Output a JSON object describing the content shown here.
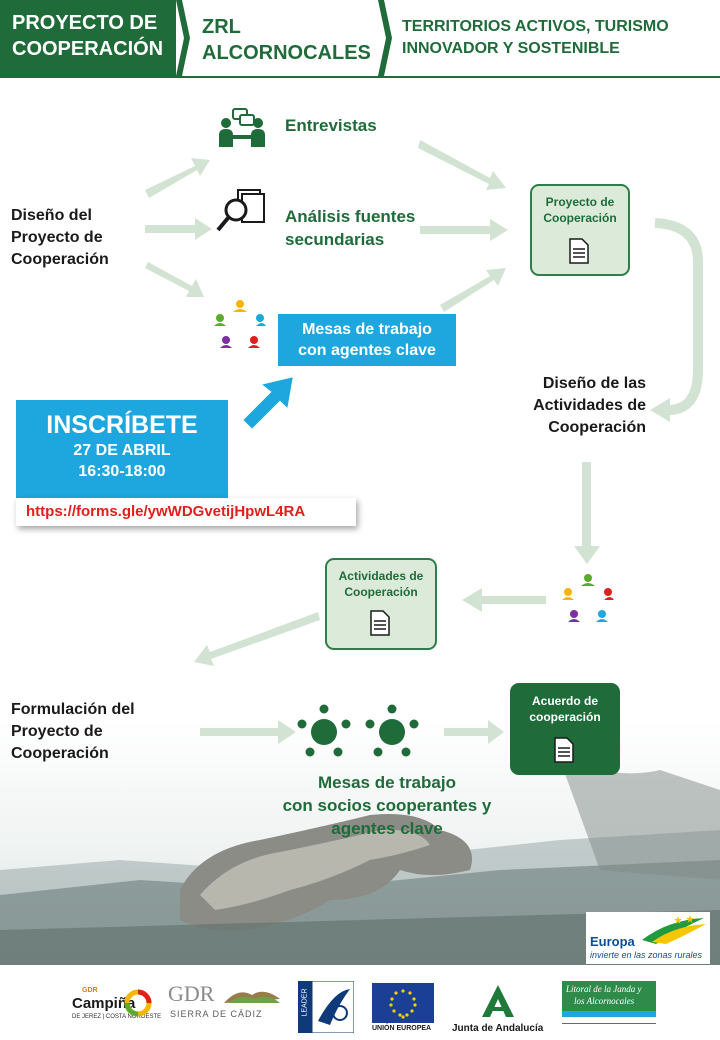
{
  "header": {
    "block1_line1": "PROYECTO DE",
    "block1_line2": "COOPERACIÓN",
    "block2_line1": "ZRL",
    "block2_line2": "ALCORNOCALES",
    "block3_line1": "TERRITORIOS ACTIVOS, TURISMO",
    "block3_line2": "INNOVADOR Y SOSTENIBLE"
  },
  "stage1": {
    "label_l1": "Diseño del",
    "label_l2": "Proyecto de",
    "label_l3": "Cooperación",
    "entrevistas": "Entrevistas",
    "analisis_l1": "Análisis fuentes",
    "analisis_l2": "secundarias",
    "mesas_l1": "Mesas de trabajo",
    "mesas_l2": "con agentes clave",
    "box_l1": "Proyecto de",
    "box_l2": "Cooperación"
  },
  "stage2": {
    "label_l1": "Diseño de las",
    "label_l2": "Actividades de",
    "label_l3": "Cooperación",
    "box_l1": "Actividades de",
    "box_l2": "Cooperación"
  },
  "inscribete": {
    "title": "INSCRÍBETE",
    "date": "27 DE ABRIL",
    "time": "16:30-18:00",
    "url": "https://forms.gle/ywWDGvetijHpwL4RA"
  },
  "stage3": {
    "label_l1": "Formulación del",
    "label_l2": "Proyecto de",
    "label_l3": "Cooperación",
    "mesas_l1": "Mesas de trabajo",
    "mesas_l2": "con socios cooperantes y",
    "mesas_l3": "agentes clave",
    "box_l1": "Acuerdo de",
    "box_l2": "cooperación"
  },
  "europa": {
    "title": "Europa",
    "subtitle": "invierte en las zonas rurales"
  },
  "logos": {
    "campina_top": "GDR",
    "campina_name": "Campiña",
    "campina_sub": "DE JEREZ | COSTA NOROESTE",
    "gdr_name": "GDR",
    "gdr_sub": "SIERRA DE CÁDIZ",
    "leader": "LEADER",
    "ue": "UNIÓN EUROPEA",
    "junta": "Junta de Andalucía",
    "litoral_l1": "Litoral de la Janda y",
    "litoral_l2": "los Alcornocales"
  },
  "colors": {
    "dark_green": "#1f6b3a",
    "light_green": "#dcebd9",
    "blue": "#1ea7df",
    "red": "#e0201a"
  }
}
